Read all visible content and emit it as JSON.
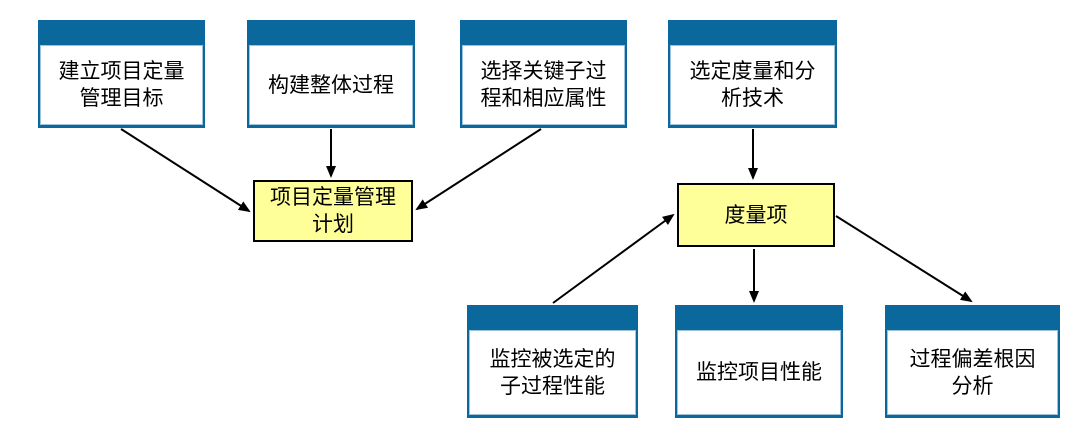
{
  "diagram": {
    "colors": {
      "node_header_blue": "#0B689D",
      "node_inner_line": "#9fc3da",
      "node_body_fill": "#ffffff",
      "plan_fill": "#FFFF99",
      "plan_border": "#000000",
      "arrow": "#000000"
    },
    "nodes": {
      "top": [
        {
          "id": "establish-goals",
          "label": "建立项目定量\n管理目标"
        },
        {
          "id": "build-process",
          "label": "构建整体过程"
        },
        {
          "id": "select-subprocess",
          "label": "选择关键子过\n程和相应属性"
        },
        {
          "id": "select-measures",
          "label": "选定度量和分\n析技术"
        }
      ],
      "mid": [
        {
          "id": "qm-plan",
          "label": "项目定量管理\n计划"
        },
        {
          "id": "measurement-items",
          "label": "度量项"
        }
      ],
      "bottom": [
        {
          "id": "monitor-subprocess",
          "label": "监控被选定的\n子过程性能"
        },
        {
          "id": "monitor-project",
          "label": "监控项目性能"
        },
        {
          "id": "root-cause",
          "label": "过程偏差根因\n分析"
        }
      ]
    },
    "connections": [
      {
        "from": "establish-goals",
        "to": "qm-plan"
      },
      {
        "from": "build-process",
        "to": "qm-plan"
      },
      {
        "from": "select-subprocess",
        "to": "qm-plan"
      },
      {
        "from": "select-measures",
        "to": "measurement-items"
      },
      {
        "from": "monitor-subprocess",
        "to": "measurement-items"
      },
      {
        "from": "measurement-items",
        "to": "monitor-project"
      },
      {
        "from": "measurement-items",
        "to": "root-cause"
      }
    ]
  }
}
